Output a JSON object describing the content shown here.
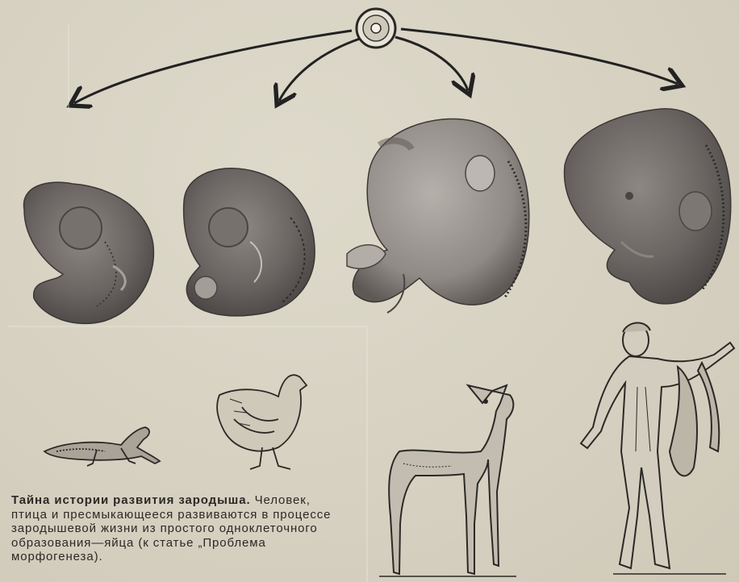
{
  "caption": {
    "title": "Тайна истории развития зародыша.",
    "body": "Человек, птица и пресмыкающееся развиваются в процессе зародышевой жизни из простого одноклеточного образования—яйца (к статье „Проблема морфогенеза)."
  },
  "figure": {
    "top": "egg-cell",
    "embryos": [
      "reptile-embryo",
      "bird-embryo",
      "mammal-embryo",
      "human-embryo"
    ],
    "animals": [
      "lizard",
      "hen",
      "deer",
      "human-statue"
    ]
  },
  "colors": {
    "paper": "#d8d3c4",
    "ink": "#2b2926",
    "embryo": "#5f5a57"
  }
}
